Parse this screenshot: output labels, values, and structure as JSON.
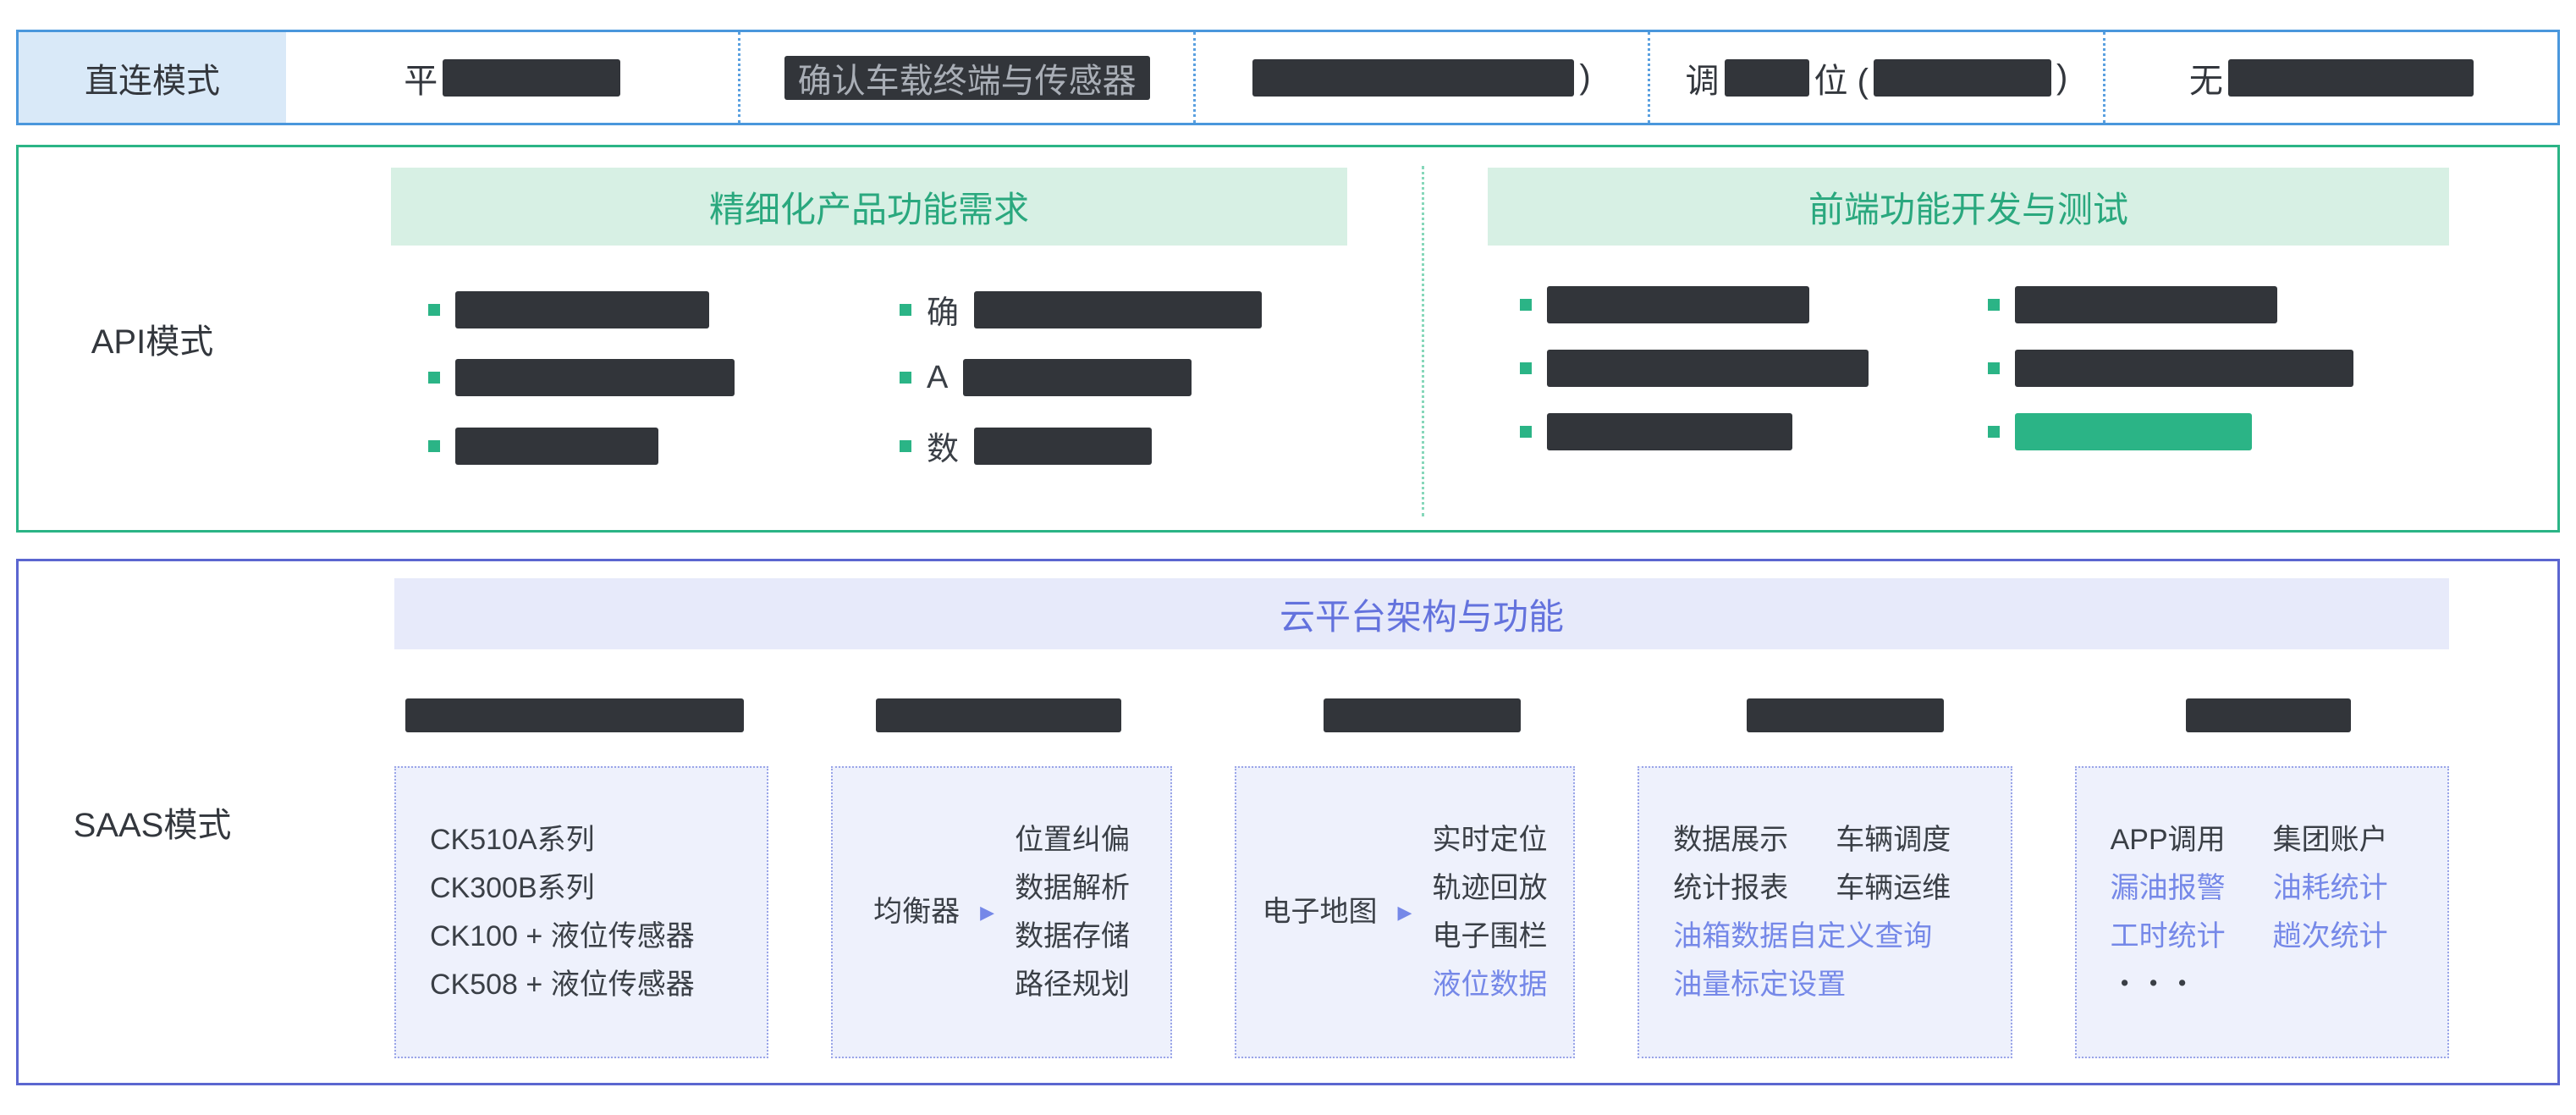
{
  "colors": {
    "direct_border": "#4a97dc",
    "direct_label_bg": "#d9e9f8",
    "api_accent": "#2bb486",
    "api_header_bg": "#d7f0e4",
    "saas_border": "#5b66d0",
    "saas_header_bg": "#e7eafa",
    "saas_text_accent": "#6372dd",
    "link_blue": "#7588e8",
    "redaction_bar": "#32353a"
  },
  "direct_mode": {
    "label": "直连模式",
    "steps": [
      {
        "prefix": "平"
      },
      {
        "text": "确认车载终端与传感器"
      },
      {
        "suffix": ")"
      },
      {
        "p1": "调",
        "p2": "位 (",
        "p3": ")"
      },
      {
        "prefix": "无"
      }
    ]
  },
  "api_mode": {
    "label": "API模式",
    "left_header": "精细化产品功能需求",
    "right_header": "前端功能开发与测试",
    "bullet_prefixes": [
      "确",
      "A",
      "数"
    ]
  },
  "saas_mode": {
    "label": "SAAS模式",
    "header": "云平台架构与功能",
    "arrow": "▶",
    "hardware_box": {
      "lines": [
        "CK510A系列",
        "CK300B系列",
        "CK100 + 液位传感器",
        "CK508 + 液位传感器"
      ]
    },
    "balancer_box": {
      "label": "均衡器",
      "items": [
        "位置纠偏",
        "数据解析",
        "数据存储",
        "路径规划"
      ]
    },
    "map_box": {
      "label": "电子地图",
      "items": [
        "实时定位",
        "轨迹回放",
        "电子围栏",
        "液位数据"
      ]
    },
    "platform_box": {
      "rows": [
        [
          "数据展示",
          "车辆调度"
        ],
        [
          "统计报表",
          "车辆运维"
        ]
      ],
      "links": [
        "油箱数据自定义查询",
        "油量标定设置"
      ]
    },
    "service_box": {
      "rows": [
        [
          "APP调用",
          "集团账户"
        ],
        [
          "漏油报警",
          "油耗统计"
        ],
        [
          "工时统计",
          "趟次统计"
        ]
      ],
      "more": "・・・"
    }
  }
}
